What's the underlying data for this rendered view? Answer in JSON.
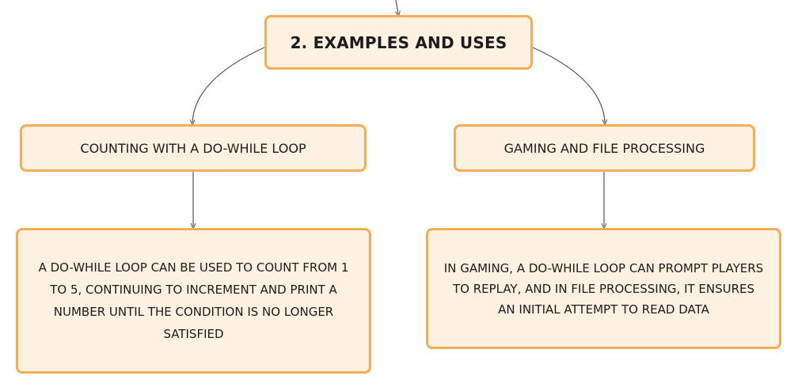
{
  "diagram": {
    "root": {
      "label": "2. EXAMPLES AND USES"
    },
    "branches": [
      {
        "title": "COUNTING WITH A DO-WHILE LOOP",
        "detail": "A DO-WHILE LOOP CAN BE USED TO COUNT FROM 1 TO 5, CONTINUING TO INCREMENT AND PRINT A NUMBER UNTIL THE CONDITION IS NO LONGER SATISFIED"
      },
      {
        "title": "GAMING AND FILE PROCESSING",
        "detail": "IN GAMING, A DO-WHILE LOOP CAN PROMPT PLAYERS TO REPLAY, AND IN FILE PROCESSING, IT ENSURES AN INITIAL ATTEMPT TO READ DATA"
      }
    ]
  },
  "colors": {
    "node_fill": "#fdf1e1",
    "node_border": "#f3ad52",
    "connector": "#555555",
    "text": "#1c1c1c"
  }
}
